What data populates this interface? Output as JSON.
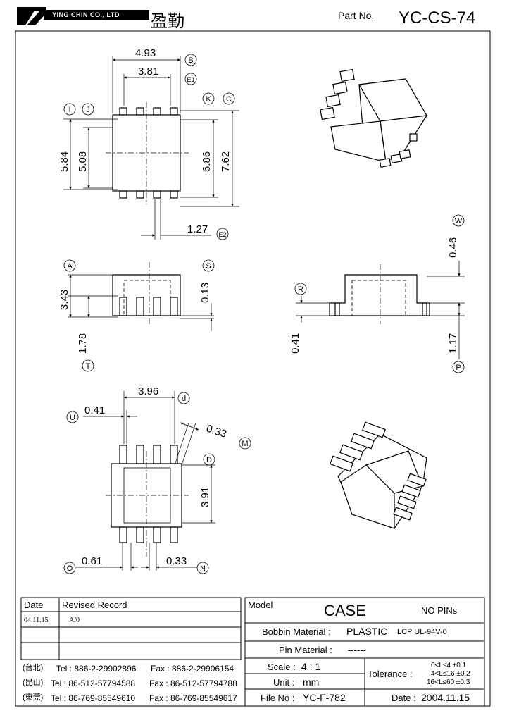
{
  "header": {
    "company": "YING CHIN CO., LTD",
    "company_cn": "盈勤",
    "part_no_label": "Part  No.",
    "part_no": "YC-CS-74"
  },
  "dimensions": {
    "d493": "4.93",
    "d381": "3.81",
    "d584": "5.84",
    "d508": "5.08",
    "d686": "6.86",
    "d762": "7.62",
    "d127": "1.27",
    "d343": "3.43",
    "d178": "1.78",
    "d013": "0.13",
    "d046": "0.46",
    "d041r": "0.41",
    "d117": "1.17",
    "d396": "3.96",
    "d041u": "0.41",
    "d033m": "0.33",
    "d391": "3.91",
    "d061": "0.61",
    "d033n": "0.33"
  },
  "callouts": {
    "B": "B",
    "E1": "E1",
    "I": "I",
    "J": "J",
    "K": "K",
    "C": "C",
    "E2": "E2",
    "A": "A",
    "S": "S",
    "T": "T",
    "W": "W",
    "R": "R",
    "P": "P",
    "d": "d",
    "U": "U",
    "M": "M",
    "D": "D",
    "O": "O",
    "N": "N"
  },
  "revision": {
    "date_header": "Date",
    "record_header": "Revised  Record",
    "rows": [
      {
        "date": "04.11.15",
        "record": "A/0"
      }
    ]
  },
  "contacts": [
    {
      "city": "(台北)",
      "tel": "Tel : 886-2-29902896",
      "fax": "Fax : 886-2-29906154"
    },
    {
      "city": "(昆山)",
      "tel": "Tel : 86-512-57794588",
      "fax": "Fax : 86-512-57794788"
    },
    {
      "city": "(東莞)",
      "tel": "Tel : 86-769-85549610",
      "fax": "Fax : 86-769-85549617"
    }
  ],
  "spec": {
    "model_label": "Model",
    "model_value": "CASE",
    "pins": "NO PINs",
    "bobbin_label": "Bobbin  Material :",
    "bobbin_value": "PLASTIC",
    "bobbin_grade": "LCP UL-94V-0",
    "pin_label": "Pin  Material :",
    "pin_value": "------",
    "scale_label": "Scale :",
    "scale_value": "4 : 1",
    "unit_label": "Unit :",
    "unit_value": "mm",
    "file_label": "File  No :",
    "file_value": "YC-F-782",
    "tolerance_label": "Tolerance :",
    "tolerances": [
      "0<L≤4   ±0.1",
      "4<L≤16 ±0.2",
      "16<L≤60 ±0.3"
    ],
    "date_label": "Date :",
    "date_value": "2004.11.15"
  }
}
